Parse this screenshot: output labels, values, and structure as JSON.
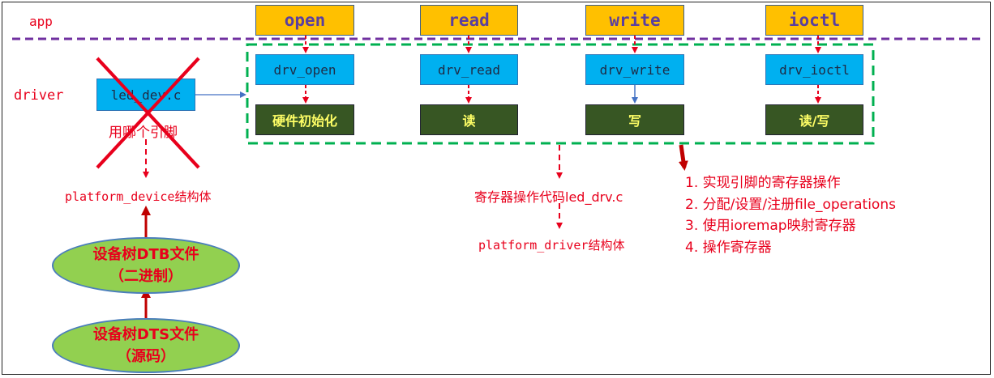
{
  "layers": {
    "app": "app",
    "driver": "driver"
  },
  "app_calls": [
    "open",
    "read",
    "write",
    "ioctl"
  ],
  "drv_funcs": [
    "drv_open",
    "drv_read",
    "drv_write",
    "drv_ioctl"
  ],
  "hw_ops": [
    "硬件初始化",
    "读",
    "写",
    "读/写"
  ],
  "led_dev": {
    "file": "led_dev.c",
    "pin_label": "用哪个引脚"
  },
  "platform_device": "platform_device结构体",
  "dtb": {
    "line1": "设备树DTB文件",
    "line2": "（二进制）"
  },
  "dts": {
    "line1": "设备树DTS文件",
    "line2": "（源码）"
  },
  "reg_code": "寄存器操作代码led_drv.c",
  "platform_driver": "platform_driver结构体",
  "steps": [
    "1. 实现引脚的寄存器操作",
    "2. 分配/设置/注册file_operations",
    "3. 使用ioremap映射寄存器",
    "4. 操作寄存器"
  ],
  "colors": {
    "red": "#e8001c",
    "purple_divider": "#7030a0",
    "green_dashed": "#00b050",
    "app_box": "#ffc000",
    "drv_box": "#00b0f0",
    "hw_box": "#375623",
    "hw_text": "#ffff66",
    "ellipse": "#92d050"
  }
}
